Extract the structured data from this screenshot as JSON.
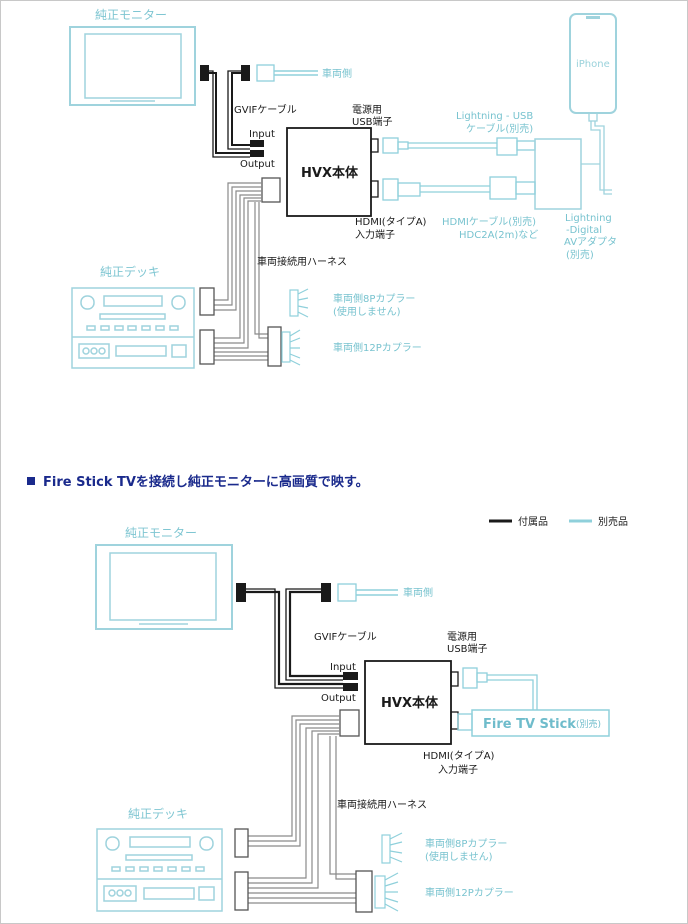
{
  "colors": {
    "included_cable": "#1a1a1a",
    "sold_separately": "#8fd0db",
    "device_outline": "#9fd3dd",
    "heading_text": "#1a2a8c"
  },
  "diagram1": {
    "monitor_label": "純正モニター",
    "vehicle_side": "車両側",
    "gvif_cable": "GVIFケーブル",
    "input": "Input",
    "output": "Output",
    "power_usb": [
      "電源用",
      "USB端子"
    ],
    "hvx_body": "HVX本体",
    "hdmi_input": [
      "HDMI(タイプA)",
      "入力端子"
    ],
    "lightning_usb": [
      "Lightning - USB",
      "ケーブル(別売)"
    ],
    "iphone": "iPhone",
    "hdmi_cable": [
      "HDMIケーブル(別売)",
      "HDC2A(2m)など"
    ],
    "lightning_adapter": [
      "Lightning",
      "-Digital",
      "AVアダプタ",
      "(別売)"
    ],
    "deck_label": "純正デッキ",
    "harness": "車両接続用ハーネス",
    "coupler_8p": [
      "車両側8Pカプラー",
      "(使用しません)"
    ],
    "coupler_12p": "車両側12Pカプラー"
  },
  "section_heading": {
    "bullet": "■",
    "text": "Fire Stick TVを接続し純正モニターに高画質で映す。"
  },
  "legend": {
    "included": "付属品",
    "sold_separately": "別売品"
  },
  "diagram2": {
    "monitor_label": "純正モニター",
    "vehicle_side": "車両側",
    "gvif_cable": "GVIFケーブル",
    "input": "Input",
    "output": "Output",
    "power_usb": [
      "電源用",
      "USB端子"
    ],
    "hvx_body": "HVX本体",
    "hdmi_input": [
      "HDMI(タイプA)",
      "入力端子"
    ],
    "fire_tv_stick": "Fire TV Stick",
    "fire_tv_note": "(別売)",
    "deck_label": "純正デッキ",
    "harness": "車両接続用ハーネス",
    "coupler_8p": [
      "車両側8Pカプラー",
      "(使用しません)"
    ],
    "coupler_12p": "車両側12Pカプラー"
  }
}
